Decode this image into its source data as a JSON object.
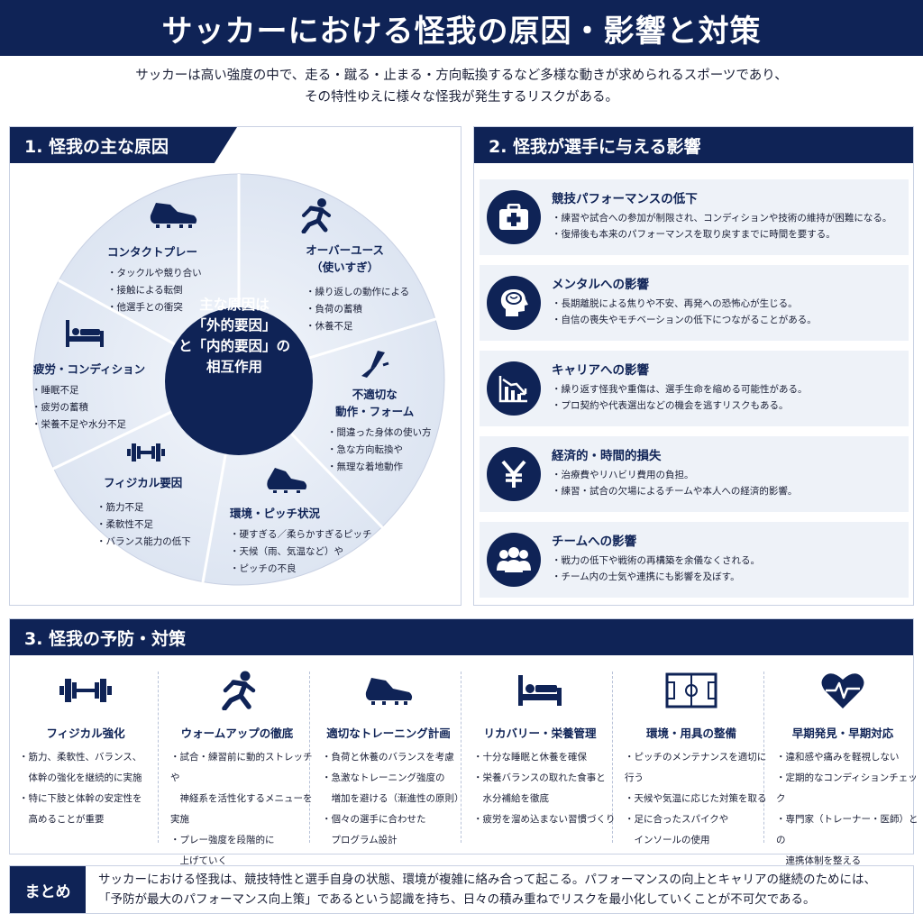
{
  "title": "サッカーにおける怪我の原因・影響と対策",
  "intro": [
    "サッカーは高い強度の中で、走る・蹴る・止まる・方向転換するなど多様な動きが求められるスポーツであり、",
    "その特性ゆえに様々な怪我が発生するリスクがある。"
  ],
  "colors": {
    "navy": "#0f2356",
    "light": "#eef2f8",
    "circle_light": "#e3e9f4"
  },
  "causes": {
    "heading": "1. 怪我の主な原因",
    "center": [
      "主な原因は",
      "「外的要因」",
      "と「内的要因」の",
      "相互作用"
    ],
    "segments": [
      {
        "icon": "cleat-icon",
        "title": "コンタクトプレー",
        "items": [
          "タックルや競り合い",
          "接触による転倒",
          "他選手との衝突"
        ]
      },
      {
        "icon": "runner-icon",
        "title": [
          "オーバーユース",
          "（使いすぎ）"
        ],
        "items": [
          "繰り返しの動作による",
          "負荷の蓄積",
          "休養不足"
        ]
      },
      {
        "icon": "leg-icon",
        "title": [
          "不適切な",
          "動作・フォーム"
        ],
        "items": [
          "間違った身体の使い方",
          "急な方向転換や",
          "無理な着地動作"
        ]
      },
      {
        "icon": "shoe-icon",
        "title": "環境・ピッチ状況",
        "items": [
          "硬すぎる／柔らかすぎるピッチ",
          "天候（雨、気温など）や",
          "ピッチの不良"
        ]
      },
      {
        "icon": "dumbbell-icon",
        "title": "フィジカル要因",
        "items": [
          "筋力不足",
          "柔軟性不足",
          "バランス能力の低下"
        ]
      },
      {
        "icon": "bed-icon",
        "title": "疲労・コンディション",
        "items": [
          "睡眠不足",
          "疲労の蓄積",
          "栄養不足や水分不足"
        ]
      }
    ]
  },
  "impacts": {
    "heading": "2. 怪我が選手に与える影響",
    "items": [
      {
        "icon": "first-aid-icon",
        "title": "競技パフォーマンスの低下",
        "lines": [
          "練習や試合への参加が制限され、コンディションや技術の維持が困難になる。",
          "復帰後も本来のパフォーマンスを取り戻すまでに時間を要する。"
        ]
      },
      {
        "icon": "brain-head-icon",
        "title": "メンタルへの影響",
        "lines": [
          "長期離脱による焦りや不安、再発への恐怖心が生じる。",
          "自信の喪失やモチベーションの低下につながることがある。"
        ]
      },
      {
        "icon": "decline-chart-icon",
        "title": "キャリアへの影響",
        "lines": [
          "繰り返す怪我や重傷は、選手生命を縮める可能性がある。",
          "プロ契約や代表選出などの機会を逃すリスクもある。"
        ]
      },
      {
        "icon": "yen-icon",
        "title": "経済的・時間的損失",
        "lines": [
          "治療費やリハビリ費用の負担。",
          "練習・試合の欠場によるチームや本人への経済的影響。"
        ]
      },
      {
        "icon": "team-icon",
        "title": "チームへの影響",
        "lines": [
          "戦力の低下や戦術の再構築を余儀なくされる。",
          "チーム内の士気や連携にも影響を及ぼす。"
        ]
      }
    ]
  },
  "prevention": {
    "heading": "3. 怪我の予防・対策",
    "columns": [
      {
        "icon": "dumbbell-icon",
        "title": "フィジカル強化",
        "items": [
          [
            "筋力、柔軟性、バランス、",
            "体幹の強化を継続的に実施"
          ],
          [
            "特に下肢と体幹の安定性を",
            "高めることが重要"
          ]
        ]
      },
      {
        "icon": "runner-icon",
        "title": "ウォームアップの徹底",
        "items": [
          [
            "試合・練習前に動的ストレッチや",
            "神経系を活性化するメニューを実施"
          ],
          [
            "プレー強度を段階的に",
            "上げていく"
          ]
        ]
      },
      {
        "icon": "cleat-icon",
        "title": "適切なトレーニング計画",
        "items": [
          [
            "負荷と休養のバランスを考慮"
          ],
          [
            "急激なトレーニング強度の",
            "増加を避ける（漸進性の原則）"
          ],
          [
            "個々の選手に合わせた",
            "プログラム設計"
          ]
        ]
      },
      {
        "icon": "bed-icon",
        "title": "リカバリー・栄養管理",
        "items": [
          [
            "十分な睡眠と休養を確保"
          ],
          [
            "栄養バランスの取れた食事と",
            "水分補給を徹底"
          ],
          [
            "疲労を溜め込まない習慣づくり"
          ]
        ]
      },
      {
        "icon": "pitch-icon",
        "title": "環境・用具の整備",
        "items": [
          [
            "ピッチのメンテナンスを適切に行う"
          ],
          [
            "天候や気温に応じた対策を取る"
          ],
          [
            "足に合ったスパイクや",
            "インソールの使用"
          ]
        ]
      },
      {
        "icon": "heart-pulse-icon",
        "title": "早期発見・早期対応",
        "items": [
          [
            "違和感や痛みを軽視しない"
          ],
          [
            "定期的なコンディションチェック"
          ],
          [
            "専門家（トレーナー・医師）との",
            "連携体制を整える"
          ]
        ]
      }
    ]
  },
  "summary": {
    "label": "まとめ",
    "lines": [
      "サッカーにおける怪我は、競技特性と選手自身の状態、環境が複雑に絡み合って起こる。パフォーマンスの向上とキャリアの継続のためには、",
      "「予防が最大のパフォーマンス向上策」であるという認識を持ち、日々の積み重ねでリスクを最小化していくことが不可欠である。"
    ]
  }
}
